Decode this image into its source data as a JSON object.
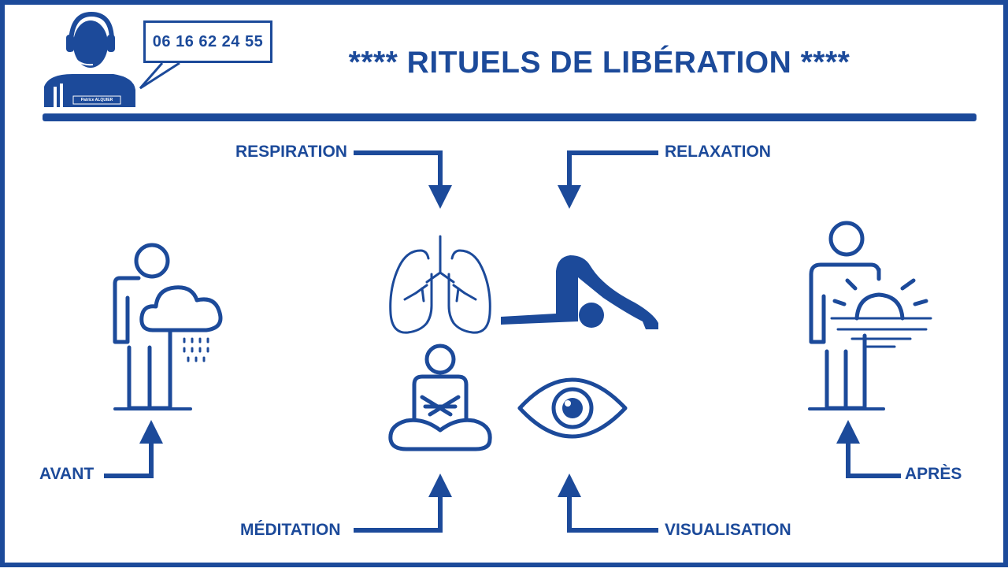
{
  "header": {
    "phone": "06 16 62 24 55",
    "title": "**** RITUELS DE LIBÉRATION ****",
    "badge_name": "Patrice ALQUIER"
  },
  "labels": {
    "respiration": "RESPIRATION",
    "relaxation": "RELAXATION",
    "meditation": "MÉDITATION",
    "visualisation": "VISUALISATION",
    "avant": "AVANT",
    "apres": "APRÈS"
  },
  "icons": {
    "operator": "headset-operator-icon",
    "before": "person-rain-cloud-icon",
    "lungs": "lungs-icon",
    "yoga": "yoga-plow-pose-icon",
    "meditation": "meditating-person-icon",
    "eye": "eye-icon",
    "after": "person-sunrise-icon"
  },
  "colors": {
    "primary": "#1c4a9a",
    "background": "#ffffff"
  }
}
